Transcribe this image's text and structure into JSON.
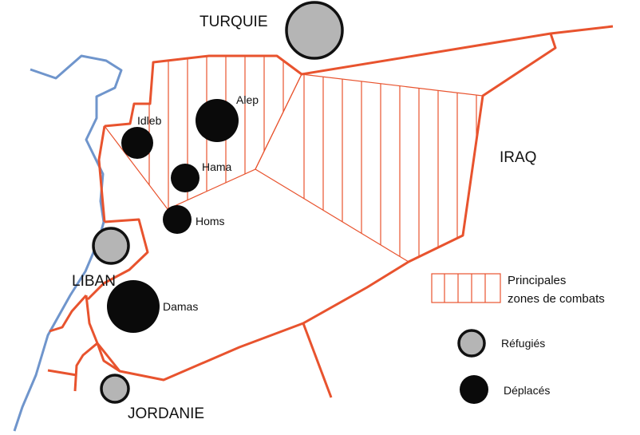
{
  "colors": {
    "border": "#e8532e",
    "river": "#6f95cc",
    "refugee_fill": "#b5b5b5",
    "displaced_fill": "#0a0a0a",
    "hatch": "#e8532e"
  },
  "countries": {
    "turquie": "TURQUIE",
    "iraq": "IRAQ",
    "liban": "LIBAN",
    "jordanie": "JORDANIE"
  },
  "cities": {
    "idleb": "Idleb",
    "alep": "Alep",
    "hama": "Hama",
    "homs": "Homs",
    "damas": "Damas"
  },
  "legend": {
    "combat_zones_line1": "Principales",
    "combat_zones_line2": "zones de combats",
    "refugees": "Réfugiés",
    "displaced": "Déplacés"
  }
}
